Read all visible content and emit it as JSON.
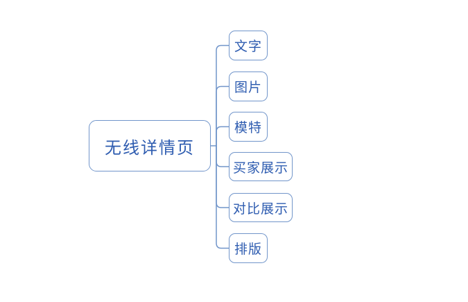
{
  "diagram": {
    "type": "mindmap",
    "root": {
      "label": "无线详情页"
    },
    "children": [
      {
        "label": "文字"
      },
      {
        "label": "图片"
      },
      {
        "label": "模特"
      },
      {
        "label": "买家展示"
      },
      {
        "label": "对比展示"
      },
      {
        "label": "排版"
      }
    ],
    "colors": {
      "line": "#7195ca",
      "border": "#7195ca",
      "text": "#2e5cb0",
      "background": "#ffffff"
    }
  }
}
